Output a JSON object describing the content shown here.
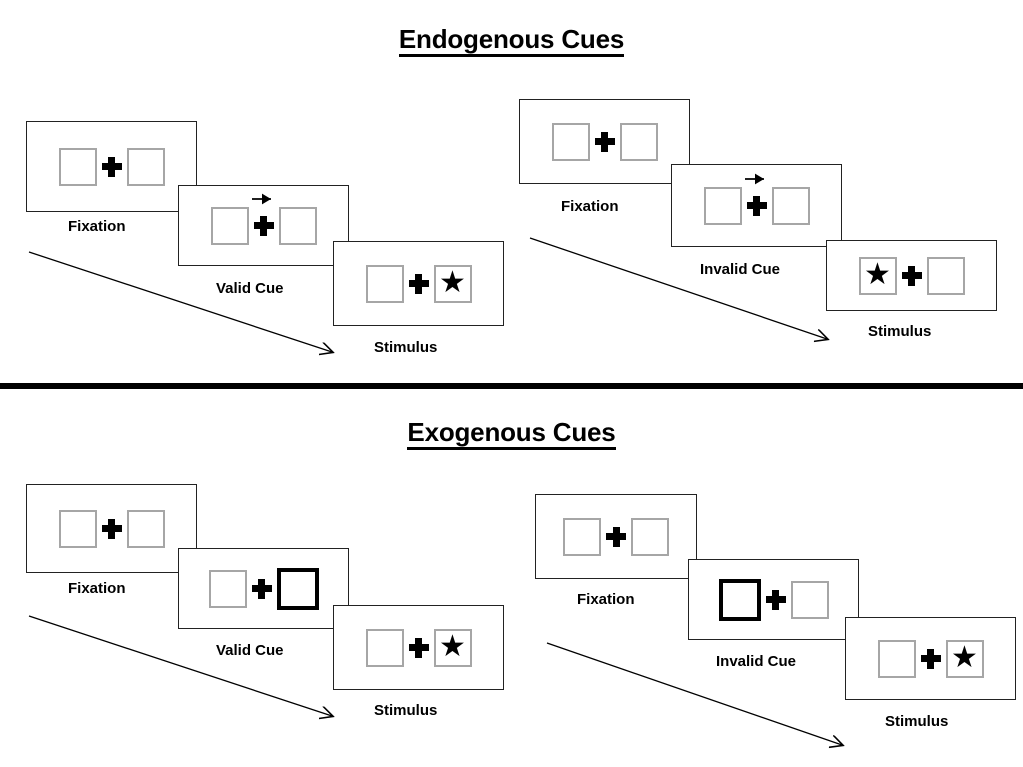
{
  "sections": [
    {
      "title": "Endogenous Cues",
      "groups": [
        {
          "name": "valid",
          "panels": [
            {
              "caption": "Fixation",
              "left_box": "empty",
              "right_box": "empty",
              "cue_arrow": "none",
              "cross": "plus"
            },
            {
              "caption": "Valid Cue",
              "left_box": "empty",
              "right_box": "empty",
              "cue_arrow": "right-arrow-icon",
              "cross": "plus"
            },
            {
              "caption": "Stimulus",
              "left_box": "empty",
              "right_box": "star",
              "cue_arrow": "none",
              "cross": "plus"
            }
          ]
        },
        {
          "name": "invalid",
          "panels": [
            {
              "caption": "Fixation",
              "left_box": "empty",
              "right_box": "empty",
              "cue_arrow": "none",
              "cross": "plus"
            },
            {
              "caption": "Invalid Cue",
              "left_box": "empty",
              "right_box": "empty",
              "cue_arrow": "right-arrow-icon",
              "cross": "plus"
            },
            {
              "caption": "Stimulus",
              "left_box": "star",
              "right_box": "empty",
              "cue_arrow": "none",
              "cross": "plus"
            }
          ]
        }
      ]
    },
    {
      "title": "Exogenous Cues",
      "groups": [
        {
          "name": "valid",
          "panels": [
            {
              "caption": "Fixation",
              "left_box": "empty",
              "right_box": "empty",
              "cue_arrow": "none",
              "cross": "plus"
            },
            {
              "caption": "Valid Cue",
              "left_box": "empty",
              "right_box": "highlight",
              "cue_arrow": "none",
              "cross": "plus"
            },
            {
              "caption": "Stimulus",
              "left_box": "empty",
              "right_box": "star",
              "cue_arrow": "none",
              "cross": "plus"
            }
          ]
        },
        {
          "name": "invalid",
          "panels": [
            {
              "caption": "Fixation",
              "left_box": "empty",
              "right_box": "empty",
              "cue_arrow": "none",
              "cross": "plus"
            },
            {
              "caption": "Invalid Cue",
              "left_box": "highlight",
              "right_box": "empty",
              "cue_arrow": "none",
              "cross": "plus"
            },
            {
              "caption": "Stimulus",
              "left_box": "empty",
              "right_box": "star",
              "cue_arrow": "none",
              "cross": "plus"
            }
          ]
        }
      ]
    }
  ],
  "glyphs": {
    "star": "★"
  },
  "colors": {
    "ink": "#000000",
    "panel_border": "#222222",
    "box_border": "#a6a6a6",
    "highlight_border": "#000000",
    "background": "#ffffff"
  }
}
